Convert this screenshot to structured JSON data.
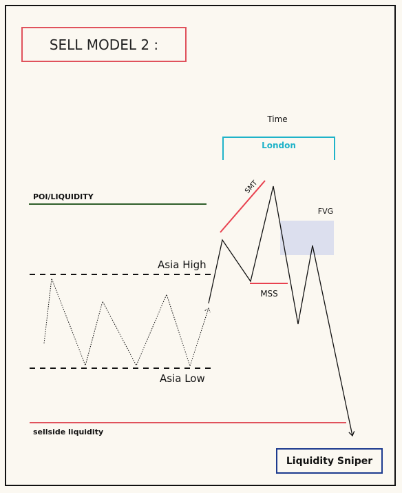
{
  "title": "SELL MODEL 2 :",
  "labels": {
    "time": "Time",
    "london": "London",
    "poi_liquidity": "POI/LIQUIDITY",
    "smt": "SMT",
    "fvg": "FVG",
    "asia_high": "Asia High",
    "mss": "MSS",
    "asia_low": "Asia Low",
    "sellside_liquidity": "sellside liquidity"
  },
  "brand": "Liquidity Sniper",
  "colors": {
    "background": "#fbf8f1",
    "title_border": "#e0525c",
    "london": "#1fb3c9",
    "poi_line": "#2e5e2a",
    "smt_line": "#e8414f",
    "mss_line": "#e8414f",
    "sellside_line": "#e0525c",
    "fvg_fill": "#dcdfee",
    "brand_border": "#1d3b8f"
  }
}
